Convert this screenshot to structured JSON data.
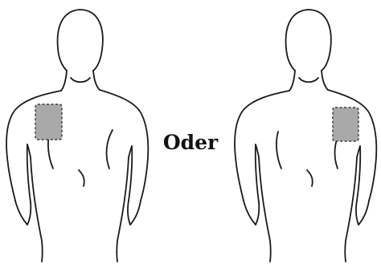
{
  "separator": {
    "label": "Oder"
  },
  "colors": {
    "outline": "#1a1a1a",
    "patch_fill": "#a9a9a9",
    "patch_border": "#3a3a3a",
    "background": "#ffffff"
  },
  "figures": [
    {
      "id": "left",
      "patch_side": "upper-left-shoulder-blade"
    },
    {
      "id": "right",
      "patch_side": "upper-right-shoulder-blade"
    }
  ]
}
